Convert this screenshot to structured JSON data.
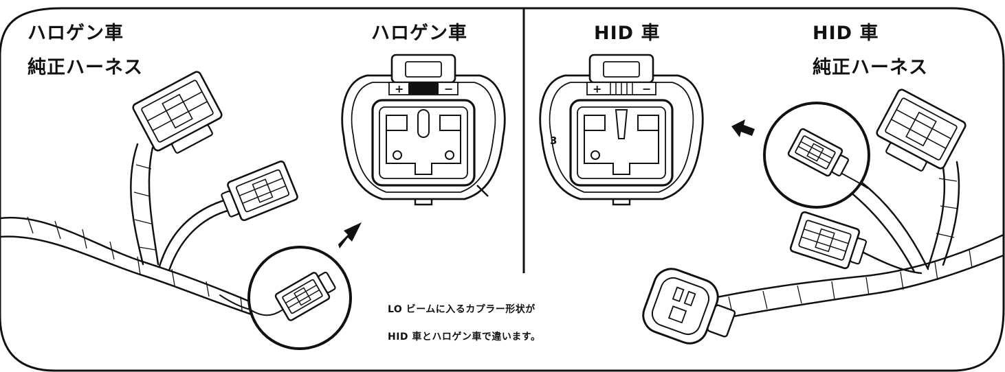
{
  "left_panel": {
    "title_line1": "ハロゲン車",
    "title_line2": "純正ハーネス",
    "connector_title": "ハロゲン車",
    "plus_mark": "+",
    "minus_mark": "−"
  },
  "right_panel": {
    "connector_title": "HID 車",
    "title_line1": "HID 車",
    "title_line2": "純正ハーネス",
    "plus_mark": "+",
    "minus_mark": "−",
    "side_number": "3"
  },
  "note": {
    "line1": "LO ビームに入るカプラー形状が",
    "line2": "HID 車とハロゲン車で違います。"
  }
}
